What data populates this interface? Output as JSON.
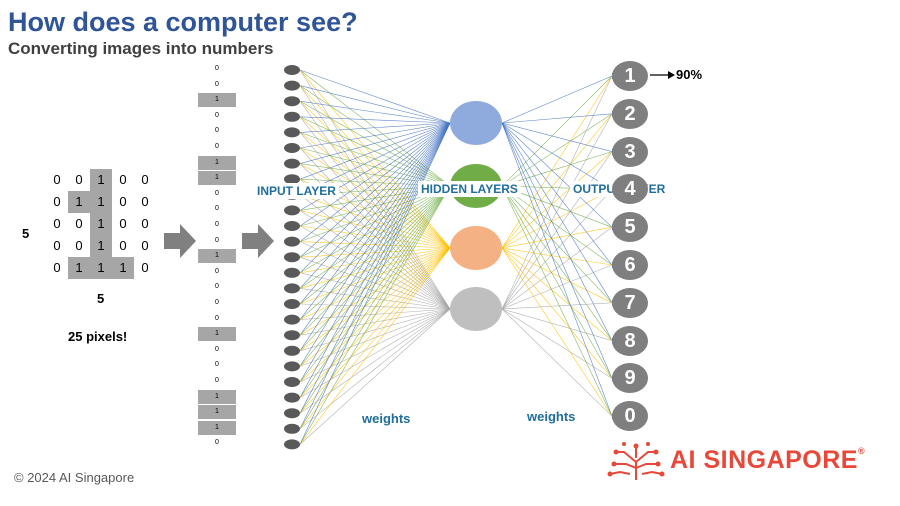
{
  "title": "How does a computer see?",
  "subtitle": "Converting images into numbers",
  "pixel_grid": {
    "rows": [
      [
        "0",
        "0",
        "1",
        "0",
        "0"
      ],
      [
        "0",
        "1",
        "1",
        "0",
        "0"
      ],
      [
        "0",
        "0",
        "1",
        "0",
        "0"
      ],
      [
        "0",
        "0",
        "1",
        "0",
        "0"
      ],
      [
        "0",
        "1",
        "1",
        "1",
        "0"
      ]
    ],
    "height_label": "5",
    "width_label": "5",
    "caption": "25 pixels!"
  },
  "vector": [
    "0",
    "0",
    "1",
    "0",
    "0",
    "0",
    "1",
    "1",
    "0",
    "0",
    "0",
    "0",
    "1",
    "0",
    "0",
    "0",
    "0",
    "1",
    "0",
    "0",
    "0",
    "1",
    "1",
    "1",
    "0"
  ],
  "labels": {
    "input_layer": "INPUT LAYER",
    "hidden_layers": "HIDDEN LAYERS",
    "output_layer": "OUTPUT LAYER",
    "weights_left": "weights",
    "weights_right": "weights"
  },
  "outputs": [
    "1",
    "2",
    "3",
    "4",
    "5",
    "6",
    "7",
    "8",
    "9",
    "0"
  ],
  "output_probability": "90%",
  "hidden_colors": [
    "#8faadc",
    "#70ad47",
    "#f4b183",
    "#bfbfbf"
  ],
  "arrow_color": "#808080",
  "copyright": "© 2024 AI Singapore",
  "logo_text": "AI SINGAPORE",
  "logo_mark": "®"
}
